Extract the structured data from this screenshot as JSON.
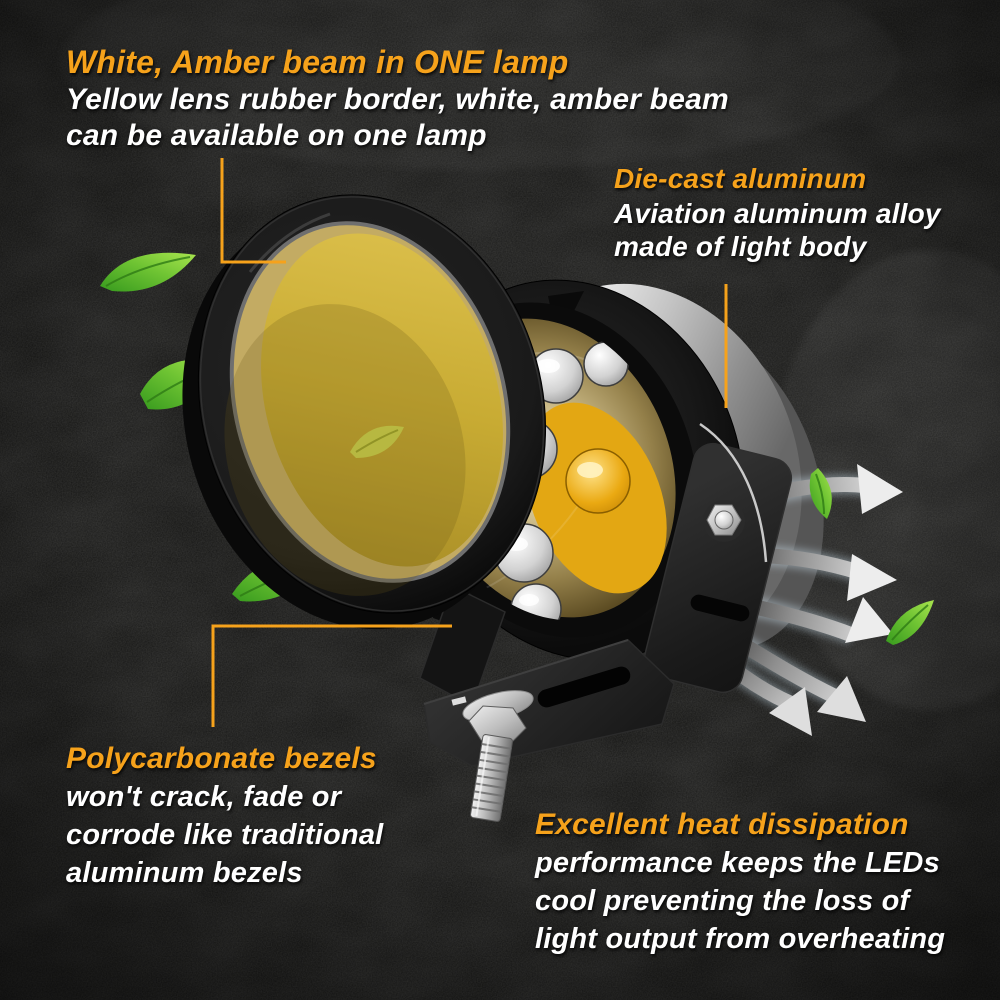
{
  "image": {
    "kind": "product-infographic",
    "subject": "Round LED driving light with amber lens cover",
    "background_color": "#0C0C0B"
  },
  "palette": {
    "accent_orange": "#F6A21B",
    "text_white": "#FFFFFF",
    "leaf_green": "#7ACC3D",
    "lens_amber": "#CBAE3C",
    "arrow_silver": "#DCDCDC"
  },
  "annotations": {
    "beam": {
      "heading": "White, Amber beam in ONE lamp",
      "line1": "Yellow lens rubber border, white, amber beam",
      "line2": "can be available on one lamp"
    },
    "aluminum": {
      "heading": "Die-cast aluminum",
      "line1": "Aviation aluminum alloy",
      "line2": "made of light body"
    },
    "bezel": {
      "heading": "Polycarbonate bezels",
      "line1": "won't crack, fade or",
      "line2": "corrode like traditional",
      "line3": "aluminum bezels"
    },
    "heat": {
      "heading": "Excellent heat dissipation",
      "line1": "performance keeps the LEDs",
      "line2": "cool preventing the loss of",
      "line3": "light output from overheating"
    }
  },
  "graphics": {
    "icons": [
      "leaf-icon",
      "airflow-arrow-icon",
      "callout-line",
      "amber-lens-cover",
      "led-lamp-body",
      "mounting-bracket",
      "hex-bolt"
    ],
    "leaf_count": 6,
    "airflow_arrow_count": 5
  }
}
